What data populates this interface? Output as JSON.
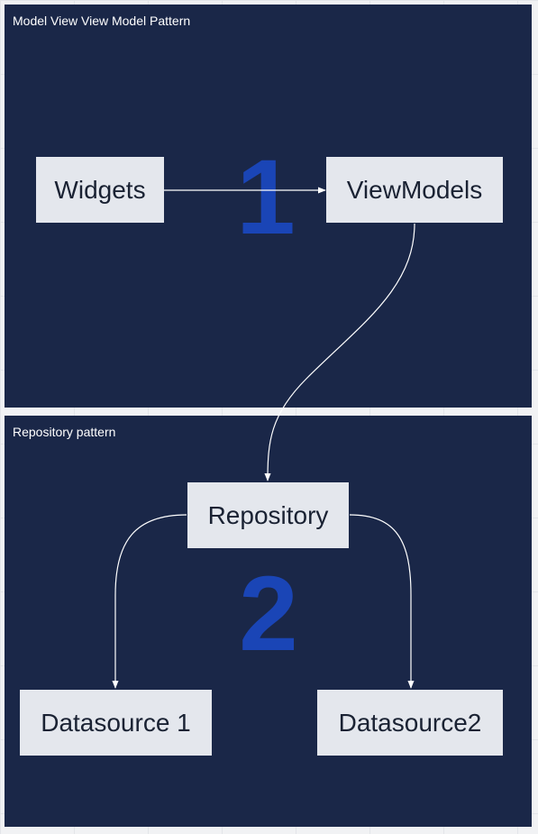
{
  "frames": {
    "mvvm": {
      "title": "Model View View Model Pattern",
      "number": "1"
    },
    "repository": {
      "title": "Repository pattern",
      "number": "2"
    }
  },
  "nodes": {
    "widgets": "Widgets",
    "viewmodels": "ViewModels",
    "repository": "Repository",
    "datasource1": "Datasource 1",
    "datasource2": "Datasource2"
  },
  "colors": {
    "frame_background": "#1a2748",
    "node_background": "#e4e7ed",
    "number_color": "#1a45b6",
    "connector_color": "#ffffff"
  }
}
